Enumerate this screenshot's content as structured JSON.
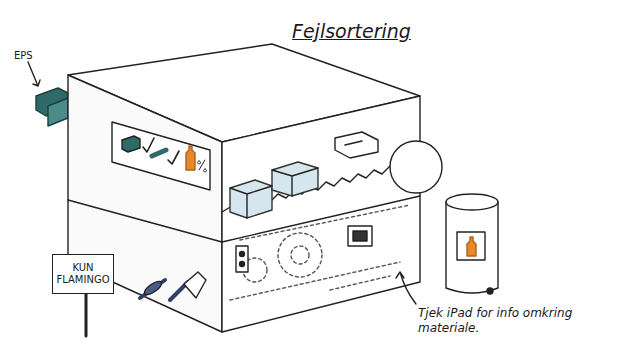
{
  "diagram": {
    "title": "Fejlsortering",
    "nodes": [
      {
        "text": [
          "KUN FLAMINGO"
        ]
      }
    ],
    "labels": [
      "EPS",
      "Tjek iPad for info omkring materiale."
    ]
  }
}
